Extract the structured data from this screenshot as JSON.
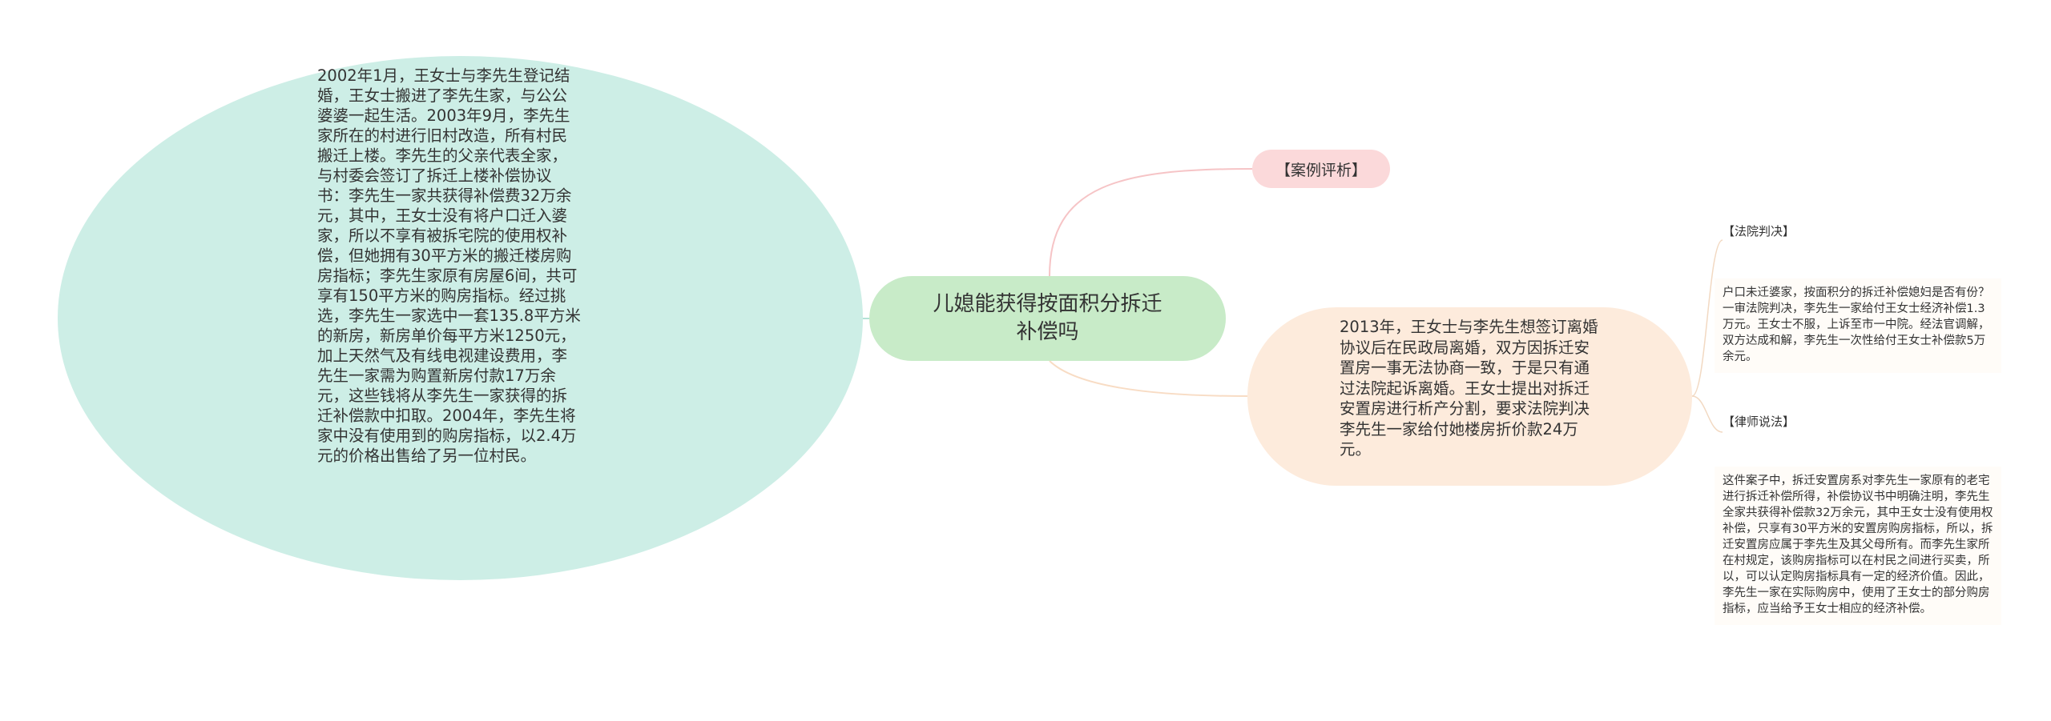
{
  "central": {
    "title": "儿媳能获得按面积分拆迁补偿吗"
  },
  "left_node": {
    "text": "2002年1月，王女士与李先生登记结婚，王女士搬进了李先生家，与公公婆婆一起生活。2003年9月，李先生家所在的村进行旧村改造，所有村民搬迁上楼。李先生的父亲代表全家，与村委会签订了拆迁上楼补偿协议书：李先生一家共获得补偿费32万余元，其中，王女士没有将户口迁入婆家，所以不享有被拆宅院的使用权补偿，但她拥有30平方米的搬迁楼房购房指标；李先生家原有房屋6间，共可享有150平方米的购房指标。经过挑选，李先生一家选中一套135.8平方米的新房，新房单价每平方米1250元，加上天然气及有线电视建设费用，李先生一家需为购置新房付款17万余元，这些钱将从李先生一家获得的拆迁补偿款中扣取。2004年，李先生将家中没有使用到的购房指标，以2.4万元的价格出售给了另一位村民。"
  },
  "case_node": {
    "label": "【案例评析】"
  },
  "right_node": {
    "text": "2013年，王女士与李先生想签订离婚协议后在民政局离婚，双方因拆迁安置房一事无法协商一致，于是只有通过法院起诉离婚。王女士提出对拆迁安置房进行析产分割，要求法院判决李先生一家给付她楼房折价款24万元。"
  },
  "court_node": {
    "label": "【法院判决】",
    "text": "户口未迁婆家，按面积分的拆迁补偿媳妇是否有份？一审法院判决，李先生一家给付王女士经济补偿1.3万元。王女士不服，上诉至市一中院。经法官调解，双方达成和解，李先生一次性给付王女士补偿款5万余元。"
  },
  "lawyer_node": {
    "label": "【律师说法】",
    "text": "这件案子中，拆迁安置房系对李先生一家原有的老宅进行拆迁补偿所得，补偿协议书中明确注明，李先生全家共获得补偿款32万余元，其中王女士没有使用权补偿，只享有30平方米的安置房购房指标，所以，拆迁安置房应属于李先生及其父母所有。而李先生家所在村规定，该购房指标可以在村民之间进行买卖，所以，可以认定购房指标具有一定的经济价值。因此，李先生一家在实际购房中，使用了王女士的部分购房指标，应当给予王女士相应的经济补偿。"
  },
  "colors": {
    "central": "#c8ebc8",
    "left": "#cdeee6",
    "case": "#fbd9da",
    "right": "#fdebdc",
    "leaf": "#fffcf8",
    "edge_case": "#f6c4c6",
    "edge_right": "#f8dcc4",
    "edge_left": "#b4e2d6",
    "edge_leaf": "#f2d9c2"
  }
}
